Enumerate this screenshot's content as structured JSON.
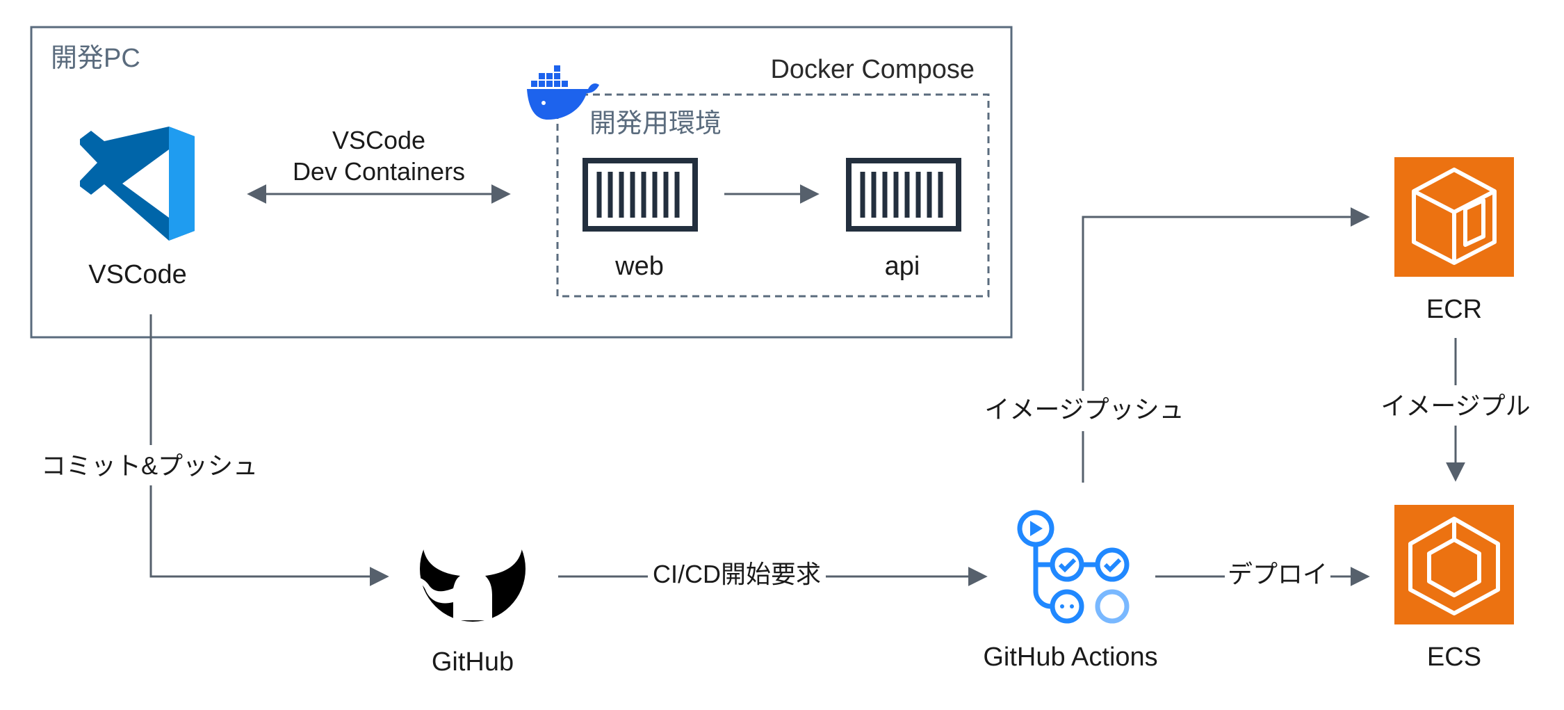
{
  "groups": {
    "dev_pc": "開発PC",
    "docker_compose": "Docker Compose",
    "dev_env": "開発用環境"
  },
  "nodes": {
    "vscode": {
      "label": "VSCode",
      "icon": "vscode-icon"
    },
    "web": {
      "label": "web",
      "icon": "container-icon"
    },
    "api": {
      "label": "api",
      "icon": "container-icon"
    },
    "github": {
      "label": "GitHub",
      "icon": "github-icon"
    },
    "github_actions": {
      "label": "GitHub Actions",
      "icon": "github-actions-icon"
    },
    "ecr": {
      "label": "ECR",
      "icon": "ecr-icon"
    },
    "ecs": {
      "label": "ECS",
      "icon": "ecs-icon"
    }
  },
  "edges": {
    "dev_containers_line1": "VSCode",
    "dev_containers_line2": "Dev Containers",
    "commit_push": "コミット&プッシュ",
    "cicd_request": "CI/CD開始要求",
    "image_push": "イメージプッシュ",
    "image_pull": "イメージプル",
    "deploy": "デプロイ"
  },
  "colors": {
    "line": "#56606c",
    "group_border": "#5a6b7d",
    "aws_orange": "#ec7211",
    "docker_blue": "#1d63ed",
    "vscode_blue": "#0065a9",
    "actions_blue": "#2088ff"
  }
}
